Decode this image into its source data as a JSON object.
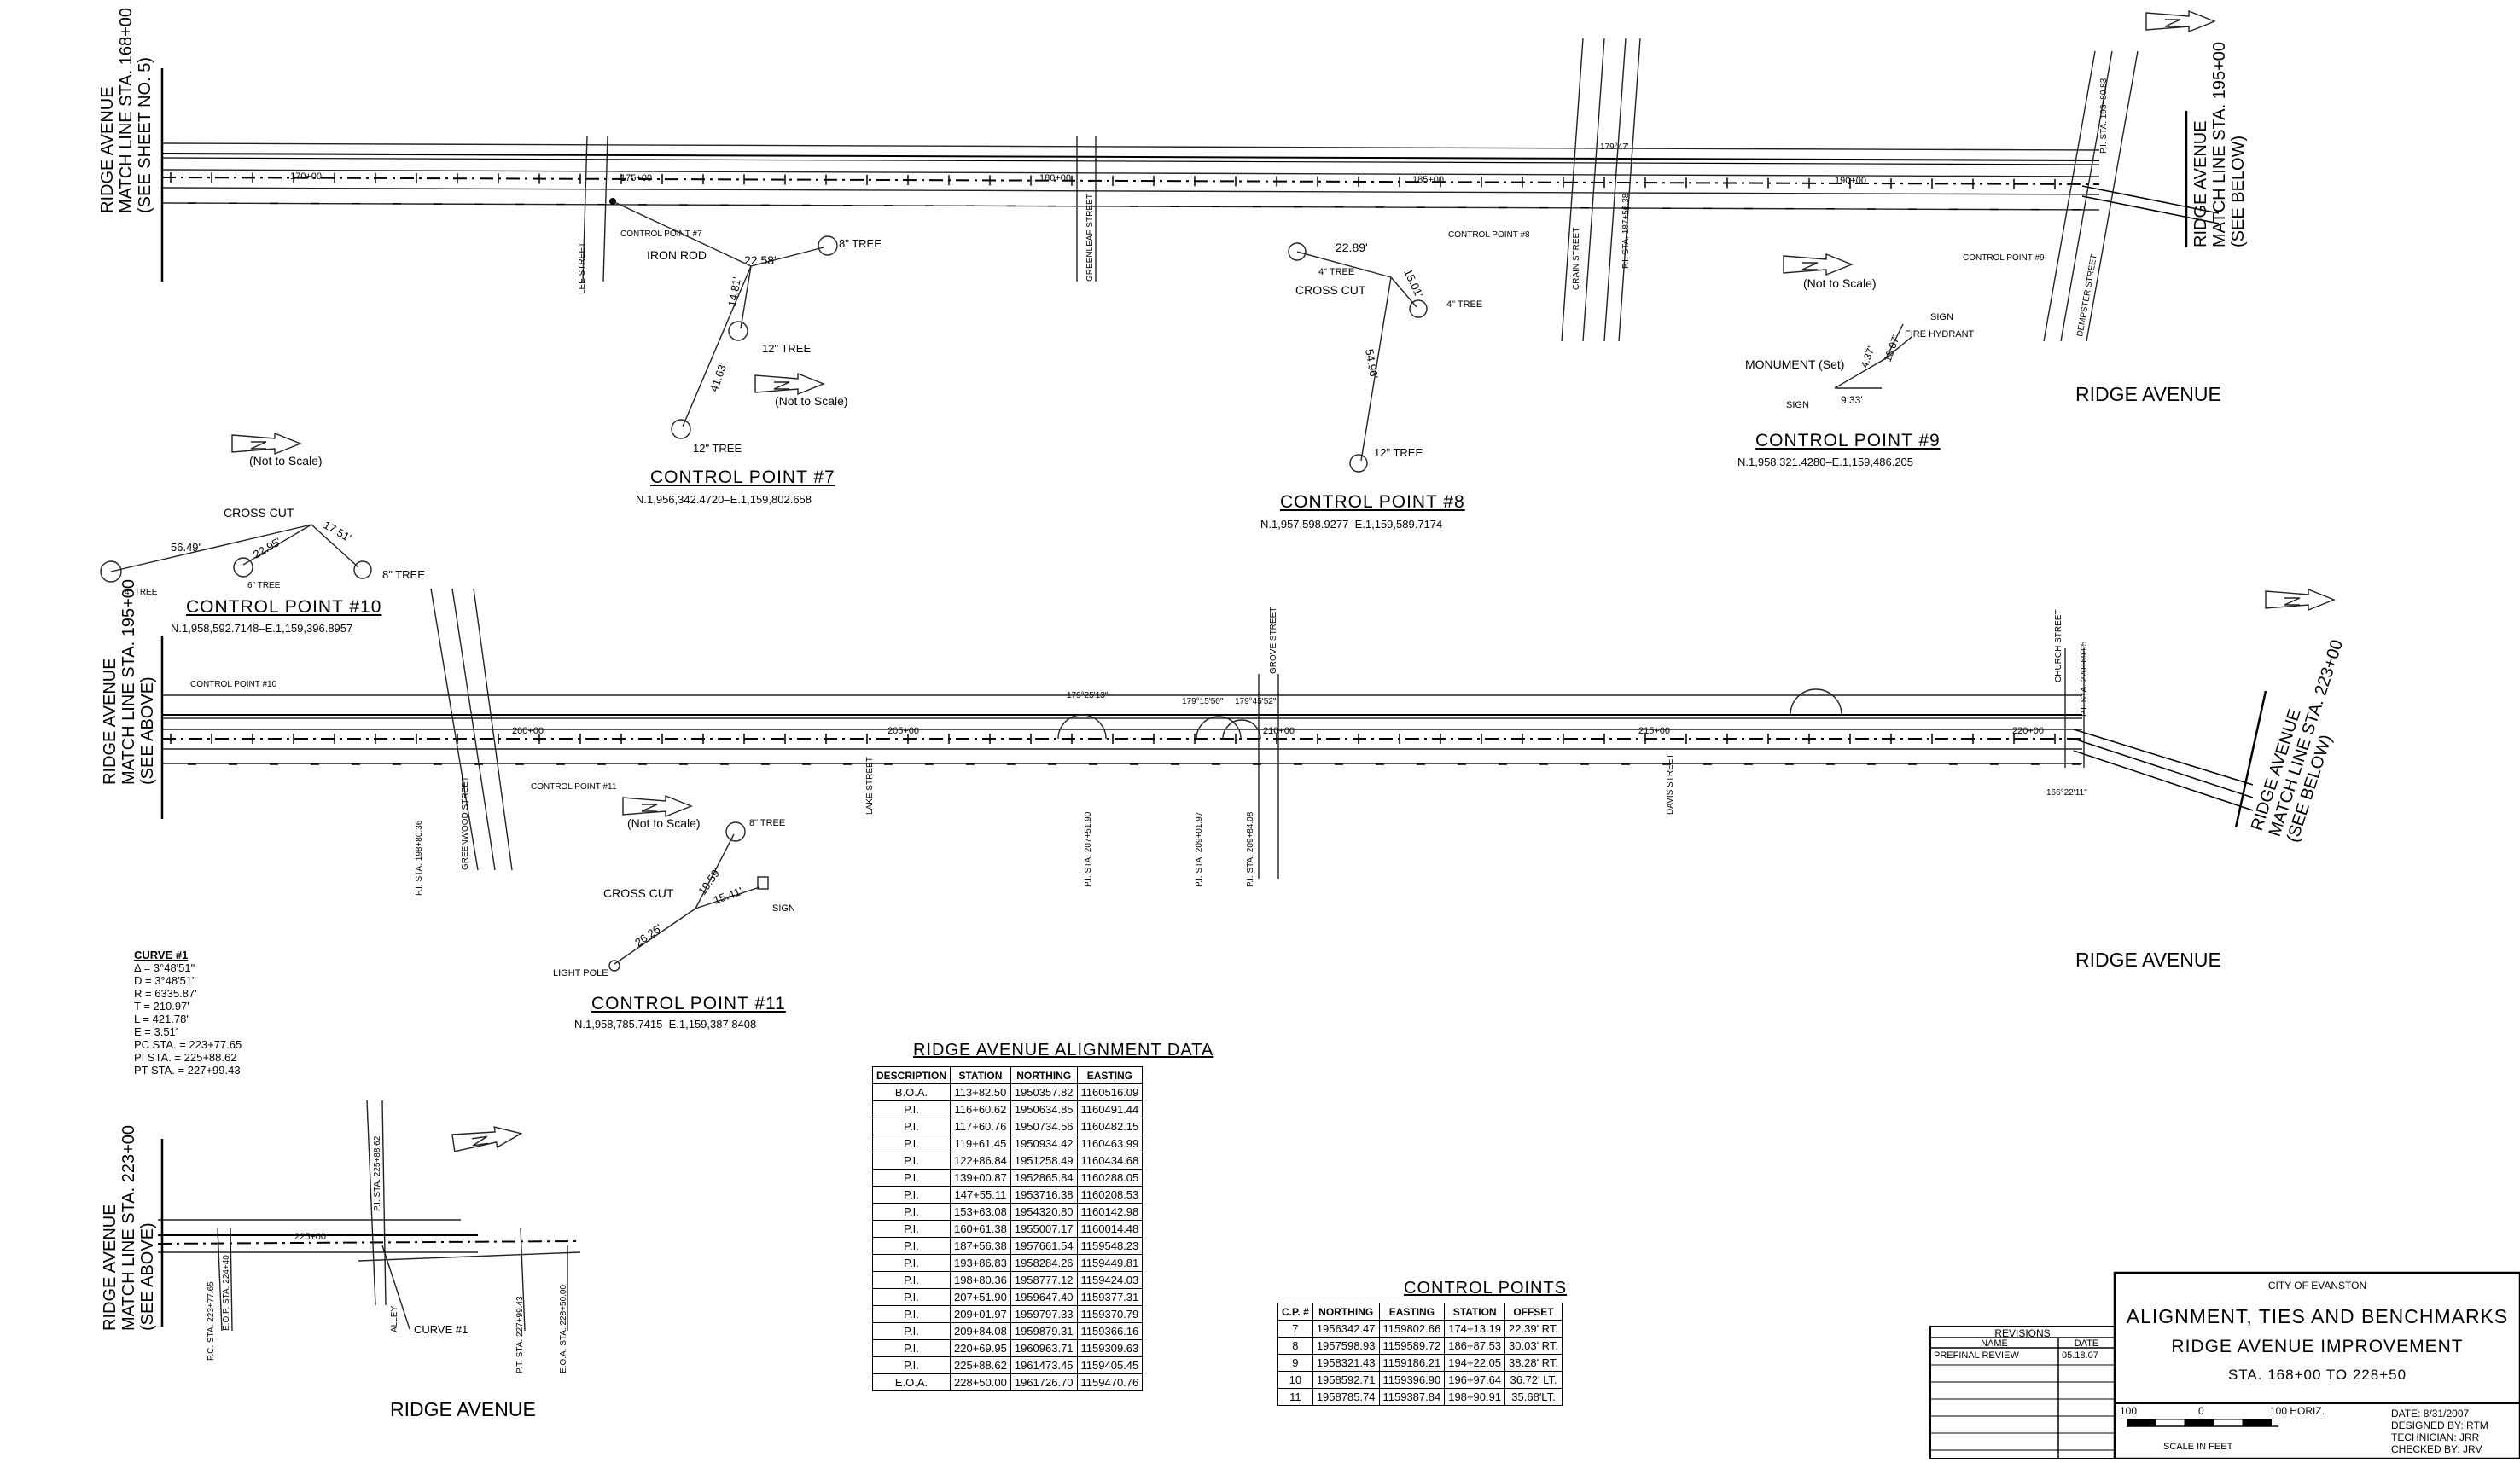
{
  "labels": {
    "street_main": "RIDGE AVENUE",
    "match_top_left": [
      "RIDGE AVENUE",
      "MATCH LINE STA. 168+00",
      "(SEE SHEET NO. 5)"
    ],
    "match_top_right": [
      "RIDGE AVENUE",
      "MATCH LINE STA. 195+00",
      "(SEE BELOW)"
    ],
    "match_mid_left": [
      "RIDGE AVENUE",
      "MATCH LINE STA. 195+00",
      "(SEE ABOVE)"
    ],
    "match_mid_right": [
      "RIDGE AVENUE",
      "MATCH LINE STA. 223+00",
      "(SEE BELOW)"
    ],
    "match_bot_left": [
      "RIDGE AVENUE",
      "MATCH LINE STA. 223+00",
      "(SEE ABOVE)"
    ],
    "not_to_scale": "(Not to Scale)",
    "streets": [
      "LEE STREET",
      "GREENLEAF STREET",
      "CRAIN STREET",
      "DEMPSTER STREET",
      "GREENWOOD STREET",
      "LAKE STREET",
      "GROVE STREET",
      "DAVIS STREET",
      "CHURCH STREET",
      "ALLEY"
    ],
    "stations_top": [
      "170+00",
      "175+00",
      "180+00",
      "185+00",
      "190+00"
    ],
    "stations_mid": [
      "200+00",
      "205+00",
      "210+00",
      "215+00",
      "220+00"
    ],
    "stations_bot": [
      "225+00"
    ],
    "pi_labels": [
      "P.I. STA. 187+56.38",
      "P.I. STA. 193+80.83",
      "P.I. STA. 198+80.36",
      "P.I. STA. 207+51.90",
      "P.I. STA. 209+01.97",
      "P.I. STA. 209+84.08",
      "P.I. STA. 220+69.95",
      "P.I. STA. 225+88.62",
      "P.C. STA. 223+77.65",
      "E.O.P. STA. 224+40",
      "P.T. STA. 227+99.43",
      "E.O.A. STA. 228+50.00"
    ],
    "angles": [
      "179°47'",
      "179°25'13\"",
      "179°15'50\"",
      "179°45'52\"",
      "166°22'11\""
    ],
    "curve_callout": "CURVE #1",
    "cp_callouts": [
      "CONTROL POINT #7",
      "CONTROL POINT #8",
      "CONTROL POINT #9",
      "CONTROL POINT #10",
      "CONTROL POINT #11"
    ]
  },
  "control_point_details": [
    {
      "title": "CONTROL POINT #7",
      "coords": "N.1,956,342.4720–E.1,159,802.658",
      "ties": [
        "IRON ROD",
        "22.58'",
        "8\" TREE",
        "14.81'",
        "12\" TREE",
        "41.63'",
        "12\" TREE"
      ]
    },
    {
      "title": "CONTROL POINT #8",
      "coords": "N.1,957,598.9277–E.1,159,589.7174",
      "ties": [
        "22.89'",
        "4\" TREE",
        "CROSS CUT",
        "15.01'",
        "4\" TREE",
        "54.96'",
        "12\" TREE"
      ]
    },
    {
      "title": "CONTROL POINT #9",
      "coords": "N.1,958,321.4280–E.1,159,486.205",
      "ties": [
        "SIGN",
        "FIRE HYDRANT",
        "MONUMENT (Set)",
        "4.37'",
        "13.07'",
        "SIGN",
        "9.33'"
      ]
    },
    {
      "title": "CONTROL POINT #10",
      "coords": "N.1,958,592.7148–E.1,159,396.8957",
      "ties": [
        "CROSS CUT",
        "17.51'",
        "56.49'",
        "22.95'",
        "6\" TREE",
        "4\" TREE",
        "8\" TREE"
      ]
    },
    {
      "title": "CONTROL POINT #11",
      "coords": "N.1,958,785.7415–E.1,159,387.8408",
      "ties": [
        "8\" TREE",
        "19.59'",
        "CROSS CUT",
        "15.41'",
        "SIGN",
        "26.26'",
        "LIGHT POLE"
      ]
    }
  ],
  "curve": {
    "title": "CURVE #1",
    "lines": [
      "Δ  =  3°48'51\"",
      "D  =  3°48'51\"",
      "R  =  6335.87'",
      "T  =  210.97'",
      "L  =  421.78'",
      "E  =  3.51'",
      "PC STA.  =  223+77.65",
      "PI STA.  =  225+88.62",
      "PT STA.  =  227+99.43"
    ]
  },
  "alignment_table": {
    "title": "RIDGE AVENUE ALIGNMENT DATA",
    "headers": [
      "DESCRIPTION",
      "STATION",
      "NORTHING",
      "EASTING"
    ],
    "rows": [
      [
        "B.O.A.",
        "113+82.50",
        "1950357.82",
        "1160516.09"
      ],
      [
        "P.I.",
        "116+60.62",
        "1950634.85",
        "1160491.44"
      ],
      [
        "P.I.",
        "117+60.76",
        "1950734.56",
        "1160482.15"
      ],
      [
        "P.I.",
        "119+61.45",
        "1950934.42",
        "1160463.99"
      ],
      [
        "P.I.",
        "122+86.84",
        "1951258.49",
        "1160434.68"
      ],
      [
        "P.I.",
        "139+00.87",
        "1952865.84",
        "1160288.05"
      ],
      [
        "P.I.",
        "147+55.11",
        "1953716.38",
        "1160208.53"
      ],
      [
        "P.I.",
        "153+63.08",
        "1954320.80",
        "1160142.98"
      ],
      [
        "P.I.",
        "160+61.38",
        "1955007.17",
        "1160014.48"
      ],
      [
        "P.I.",
        "187+56.38",
        "1957661.54",
        "1159548.23"
      ],
      [
        "P.I.",
        "193+86.83",
        "1958284.26",
        "1159449.81"
      ],
      [
        "P.I.",
        "198+80.36",
        "1958777.12",
        "1159424.03"
      ],
      [
        "P.I.",
        "207+51.90",
        "1959647.40",
        "1159377.31"
      ],
      [
        "P.I.",
        "209+01.97",
        "1959797.33",
        "1159370.79"
      ],
      [
        "P.I.",
        "209+84.08",
        "1959879.31",
        "1159366.16"
      ],
      [
        "P.I.",
        "220+69.95",
        "1960963.71",
        "1159309.63"
      ],
      [
        "P.I.",
        "225+88.62",
        "1961473.45",
        "1159405.45"
      ],
      [
        "E.O.A.",
        "228+50.00",
        "1961726.70",
        "1159470.76"
      ]
    ]
  },
  "control_points_table": {
    "title": "CONTROL POINTS",
    "headers": [
      "C.P. #",
      "NORTHING",
      "EASTING",
      "STATION",
      "OFFSET"
    ],
    "rows": [
      [
        "7",
        "1956342.47",
        "1159802.66",
        "174+13.19",
        "22.39' RT."
      ],
      [
        "8",
        "1957598.93",
        "1159589.72",
        "186+87.53",
        "30.03' RT."
      ],
      [
        "9",
        "1958321.43",
        "1159186.21",
        "194+22.05",
        "38.28' RT."
      ],
      [
        "10",
        "1958592.71",
        "1159396.90",
        "196+97.64",
        "36.72' LT."
      ],
      [
        "11",
        "1958785.74",
        "1159387.84",
        "198+90.91",
        "35.68'LT."
      ]
    ]
  },
  "revisions": {
    "title": "REVISIONS",
    "headers": [
      "NAME",
      "DATE"
    ],
    "rows": [
      [
        "PREFINAL REVIEW",
        "05.18.07"
      ]
    ]
  },
  "title_block": {
    "city": "CITY OF EVANSTON",
    "title": "ALIGNMENT, TIES AND BENCHMARKS",
    "project": "RIDGE AVENUE IMPROVEMENT",
    "range": "STA. 168+00 TO 228+50",
    "scale_left": "100",
    "scale_mid": "0",
    "scale_right": "100 HORIZ.",
    "scale_label": "SCALE IN FEET",
    "date": "DATE: 8/31/2007",
    "designed": "DESIGNED BY: RTM",
    "technician": "TECHNICIAN:   JRR",
    "checked": "CHECKED BY: JRV"
  }
}
